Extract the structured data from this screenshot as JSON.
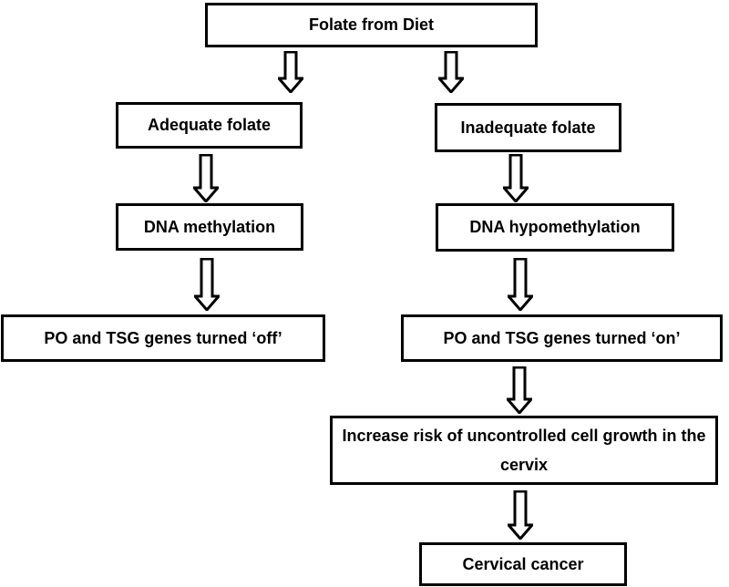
{
  "diagram": {
    "type": "flowchart",
    "background_color": "#ffffff",
    "box_border_color": "#000000",
    "box_fill_color": "#ffffff",
    "text_color": "#000000",
    "arrow_style": "hollow-block-down-arrow",
    "nodes": {
      "folate_from_diet": {
        "label": "Folate from Diet"
      },
      "adequate_folate": {
        "label": "Adequate folate"
      },
      "inadequate_folate": {
        "label": "Inadequate folate"
      },
      "dna_methylation": {
        "label": "DNA methylation"
      },
      "dna_hypomethylation": {
        "label": "DNA hypomethylation"
      },
      "po_tsg_off": {
        "label": "PO and TSG genes turned ‘off’"
      },
      "po_tsg_on": {
        "label": "PO and TSG genes turned ‘on’"
      },
      "increase_risk": {
        "label": "Increase risk of uncontrolled cell growth in the cervix"
      },
      "cervical_cancer": {
        "label": "Cervical cancer"
      }
    },
    "edges": [
      {
        "from": "folate_from_diet",
        "to": "adequate_folate"
      },
      {
        "from": "folate_from_diet",
        "to": "inadequate_folate"
      },
      {
        "from": "adequate_folate",
        "to": "dna_methylation"
      },
      {
        "from": "dna_methylation",
        "to": "po_tsg_off"
      },
      {
        "from": "inadequate_folate",
        "to": "dna_hypomethylation"
      },
      {
        "from": "dna_hypomethylation",
        "to": "po_tsg_on"
      },
      {
        "from": "po_tsg_on",
        "to": "increase_risk"
      },
      {
        "from": "increase_risk",
        "to": "cervical_cancer"
      }
    ]
  }
}
